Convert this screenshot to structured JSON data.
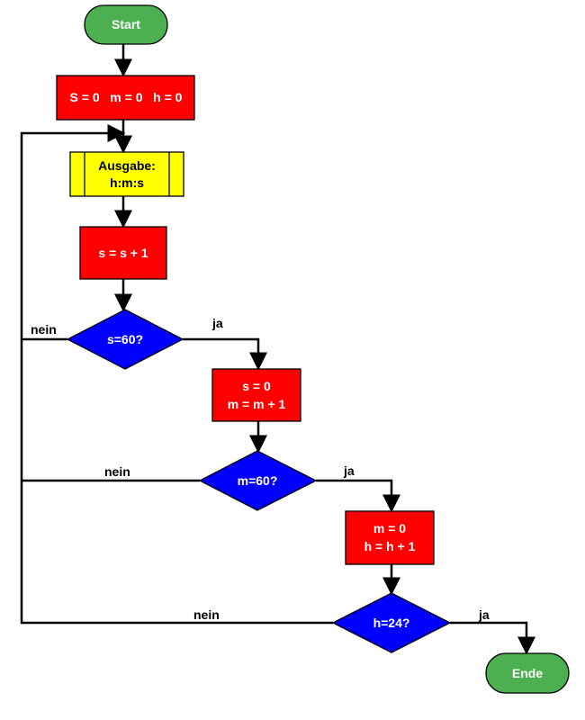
{
  "colors": {
    "terminal": "#4caf50",
    "process": "#ff0000",
    "io": "#ffff00",
    "decision": "#0000ff",
    "line": "#000000"
  },
  "nodes": {
    "start": "Start",
    "init": "S = 0   m = 0   h = 0",
    "output_line1": "Ausgabe:",
    "output_line2": "h:m:s",
    "inc_s": "s = s + 1",
    "check_s": "s=60?",
    "reset_s_line1": "s = 0",
    "reset_s_line2": "m = m + 1",
    "check_m": "m=60?",
    "reset_m_line1": "m = 0",
    "reset_m_line2": "h = h + 1",
    "check_h": "h=24?",
    "end": "Ende"
  },
  "edges": {
    "check_s_yes": "ja",
    "check_s_no": "nein",
    "check_m_yes": "ja",
    "check_m_no": "nein",
    "check_h_yes": "ja",
    "check_h_no": "nein"
  }
}
